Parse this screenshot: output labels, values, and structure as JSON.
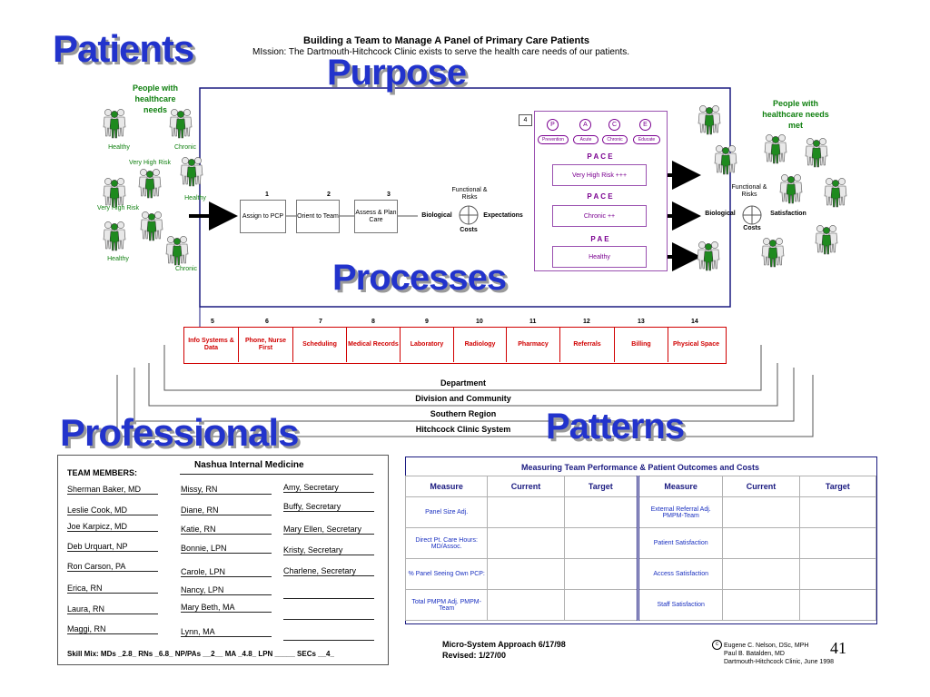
{
  "headings": {
    "patients": "Patients",
    "purpose": "Purpose",
    "processes": "Processes",
    "professionals": "Professionals",
    "patterns": "Patterns"
  },
  "header": {
    "title": "Building a Team to Manage A Panel of Primary Care Patients",
    "mission": "MIssion:  The Dartmouth-Hitchcock Clinic exists to serve the health care needs of our patients."
  },
  "left_patients": {
    "title": "People with healthcare needs",
    "labels": {
      "healthy1": "Healthy",
      "chronic1": "Chronic",
      "vhr1": "Very High Risk",
      "healthy2": "Healthy",
      "vhr2": "Very High Risk",
      "healthy3": "Healthy",
      "chronic2": "Chronic"
    }
  },
  "right_patients": {
    "title": "People with healthcare needs met"
  },
  "steps": [
    {
      "num": "1",
      "label": "Assign to PCP"
    },
    {
      "num": "2",
      "label": "Orient to Team"
    },
    {
      "num": "3",
      "label": "Assess & Plan Care"
    }
  ],
  "value_compass": {
    "top": "Functional & Risks",
    "left": "Biological",
    "right": "Expectations",
    "bottom": "Costs"
  },
  "value_compass_right": {
    "top": "Functional & Risks",
    "left": "Biological",
    "right": "Satisfaction",
    "bottom": "Costs"
  },
  "pace": {
    "num": "4",
    "letters": [
      "P",
      "A",
      "C",
      "E"
    ],
    "pills": [
      "Prevention",
      "Acute",
      "Chronic",
      "Educate"
    ],
    "groups": [
      {
        "label": "P A C E",
        "box": "Very High Risk +++"
      },
      {
        "label": "P A C E",
        "box": "Chronic ++"
      },
      {
        "label": "P A E",
        "box": "Healthy"
      }
    ]
  },
  "processes": [
    {
      "num": "5",
      "label": "Info Systems & Data"
    },
    {
      "num": "6",
      "label": "Phone, Nurse First"
    },
    {
      "num": "7",
      "label": "Scheduling"
    },
    {
      "num": "8",
      "label": "Medical Records"
    },
    {
      "num": "9",
      "label": "Laboratory"
    },
    {
      "num": "10",
      "label": "Radiology"
    },
    {
      "num": "11",
      "label": "Pharmacy"
    },
    {
      "num": "12",
      "label": "Referrals"
    },
    {
      "num": "13",
      "label": "Billing"
    },
    {
      "num": "14",
      "label": "Physical Space"
    }
  ],
  "levels": [
    "Department",
    "Division and Community",
    "Southern Region",
    "Hitchcock Clinic System"
  ],
  "team": {
    "title": "Nashua Internal Medicine",
    "members_label": "TEAM MEMBERS:",
    "col1": [
      "Sherman Baker, MD",
      "Leslie Cook, MD",
      "Joe Karpicz, MD",
      "Deb Urquart, NP",
      "Ron Carson, PA",
      "Erica, RN",
      "Laura, RN",
      "Maggi, RN"
    ],
    "col2": [
      "Missy, RN",
      "Diane, RN",
      "Katie, RN",
      "Bonnie, LPN",
      "Carole, LPN",
      "Nancy, LPN",
      "Mary Beth, MA",
      "Lynn, MA"
    ],
    "col3": [
      "Amy, Secretary",
      "Buffy, Secretary",
      "Mary Ellen, Secretary",
      "Kristy, Secretary",
      "Charlene, Secretary",
      "",
      "",
      ""
    ],
    "skill_mix": "Skill Mix:  MDs _2.8_  RNs _6.8_ NP/PAs __2__ MA _4.8_  LPN _____ SECs __4_"
  },
  "measures": {
    "title": "Measuring Team Performance & Patient Outcomes and Costs",
    "headers": [
      "Measure",
      "Current",
      "Target",
      "Measure",
      "Current",
      "Target"
    ],
    "left": [
      "Panel Size Adj.",
      "Direct Pt. Care Hours: MD/Assoc.",
      "% Panel Seeing Own PCP:",
      "Total PMPM Adj. PMPM-Team"
    ],
    "right": [
      "External Referral Adj. PMPM-Team",
      "Patient Satisfaction",
      "Access Satisfaction",
      "Staff Satisfaction"
    ]
  },
  "footer": {
    "micro": "Micro-System Approach 6/17/98",
    "revised": "Revised: 1/27/00",
    "copyright_symbol": "c",
    "credit1": "Eugene C. Nelson, DSc, MPH",
    "credit2": "Paul B. Batalden, MD",
    "credit3": "Dartmouth-Hitchcock Clinic, June 1998",
    "page": "41"
  },
  "colors": {
    "heading_blue": "#2233cc",
    "green": "#108010",
    "red": "#d00000",
    "purple": "#7a0090",
    "navy": "#1a1a80"
  }
}
